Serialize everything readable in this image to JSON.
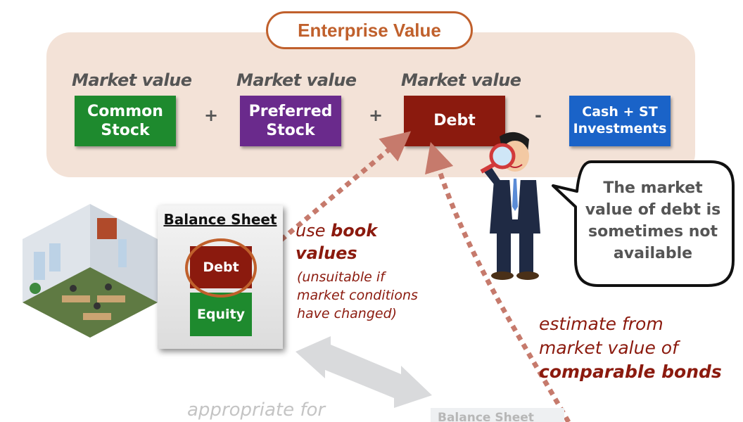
{
  "title": "Enterprise Value",
  "components": [
    {
      "label": "Market value",
      "box": "Common Stock",
      "color": "#1e8a2e"
    },
    {
      "label": "Market value",
      "box": "Preferred Stock",
      "color": "#6a2a8c"
    },
    {
      "label": "Market value",
      "box": "Debt",
      "color": "#8b1a0e"
    },
    {
      "label": "",
      "box": "Cash + ST Investments",
      "color": "#1a63c8"
    }
  ],
  "operators": [
    "+",
    "+",
    "-"
  ],
  "speech_bubble": "The market value of debt is sometimes not available",
  "balance_sheet": {
    "title": "Balance Sheet",
    "debt": "Debt",
    "equity": "Equity"
  },
  "book_note": {
    "prefix": "use ",
    "emphasis_line1": "book",
    "emphasis_line2": "values",
    "caveat": [
      "(unsuitable if",
      "market conditions",
      "have changed)"
    ]
  },
  "bonds_note": {
    "line1": "estimate from",
    "line2": "market value of",
    "emphasis": "comparable bonds"
  },
  "faded": {
    "text": "appropriate for",
    "second_sheet_title": "Balance Sheet"
  },
  "icons": [
    "office-illustration",
    "businessman-magnifier-icon",
    "speech-bubble",
    "curved-dotted-arrow",
    "double-arrow"
  ]
}
